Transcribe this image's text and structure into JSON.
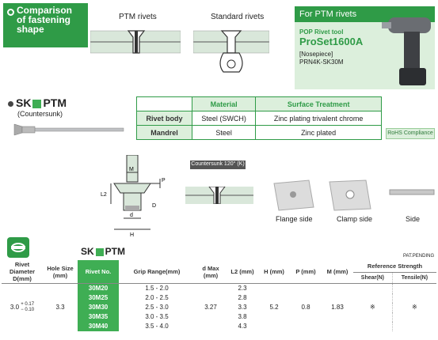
{
  "comparison": {
    "title_line1": "Comparison",
    "title_line2": "of fastening",
    "title_line3": "shape",
    "ptm_label": "PTM rivets",
    "std_label": "Standard rivets"
  },
  "tool": {
    "panel_title": "For PTM rivets",
    "line1": "POP Rivet tool",
    "line2": "ProSet1600A",
    "line3": "[Nosepiece]",
    "line4": "PRN4K-SK30M"
  },
  "product": {
    "name_a": "SK",
    "name_b": "PTM",
    "subtitle": "(Countersunk)"
  },
  "materials": {
    "headers": [
      "",
      "Material",
      "Surface Treatment"
    ],
    "rows": [
      {
        "part": "Rivet body",
        "material": "Steel (SWCH)",
        "treatment": "Zinc plating trivalent chrome"
      },
      {
        "part": "Mandrel",
        "material": "Steel",
        "treatment": "Zinc plated"
      }
    ],
    "rohs": "RoHS Compliance"
  },
  "diagram": {
    "countersunk_label": "Countersunk 120° (K)",
    "dims": [
      "M",
      "P",
      "L2",
      "D",
      "d",
      "H"
    ]
  },
  "images": {
    "flange": "Flange side",
    "clamp": "Clamp side",
    "side": "Side"
  },
  "spec": {
    "title_a": "SK",
    "title_b": "PTM",
    "pat": "PAT.PENDING",
    "headers": {
      "diameter": "Rivet Diameter D(mm)",
      "hole": "Hole Size (mm)",
      "rivet_no": "Rivet No.",
      "grip": "Grip Range(mm)",
      "d": "d Max (mm)",
      "l2": "L2 (mm)",
      "h": "H (mm)",
      "p": "P (mm)",
      "m": "M (mm)",
      "ref": "Reference Strength",
      "shear": "Shear(N)",
      "tensile": "Tensile(N)"
    },
    "diameter_value": "3.0",
    "tol_plus": "+ 0.17",
    "tol_minus": "− 0.10",
    "hole_value": "3.3",
    "d_value": "3.27",
    "h_value": "5.2",
    "p_value": "0.8",
    "m_value": "1.83",
    "shear_value": "※",
    "tensile_value": "※",
    "rows": [
      {
        "no": "30M20",
        "grip": "1.5 - 2.0",
        "l2": "2.3"
      },
      {
        "no": "30M25",
        "grip": "2.0 - 2.5",
        "l2": "2.8"
      },
      {
        "no": "30M30",
        "grip": "2.5 - 3.0",
        "l2": "3.3"
      },
      {
        "no": "30M35",
        "grip": "3.0 - 3.5",
        "l2": "3.8"
      },
      {
        "no": "30M40",
        "grip": "3.5 - 4.0",
        "l2": "4.3"
      }
    ]
  }
}
